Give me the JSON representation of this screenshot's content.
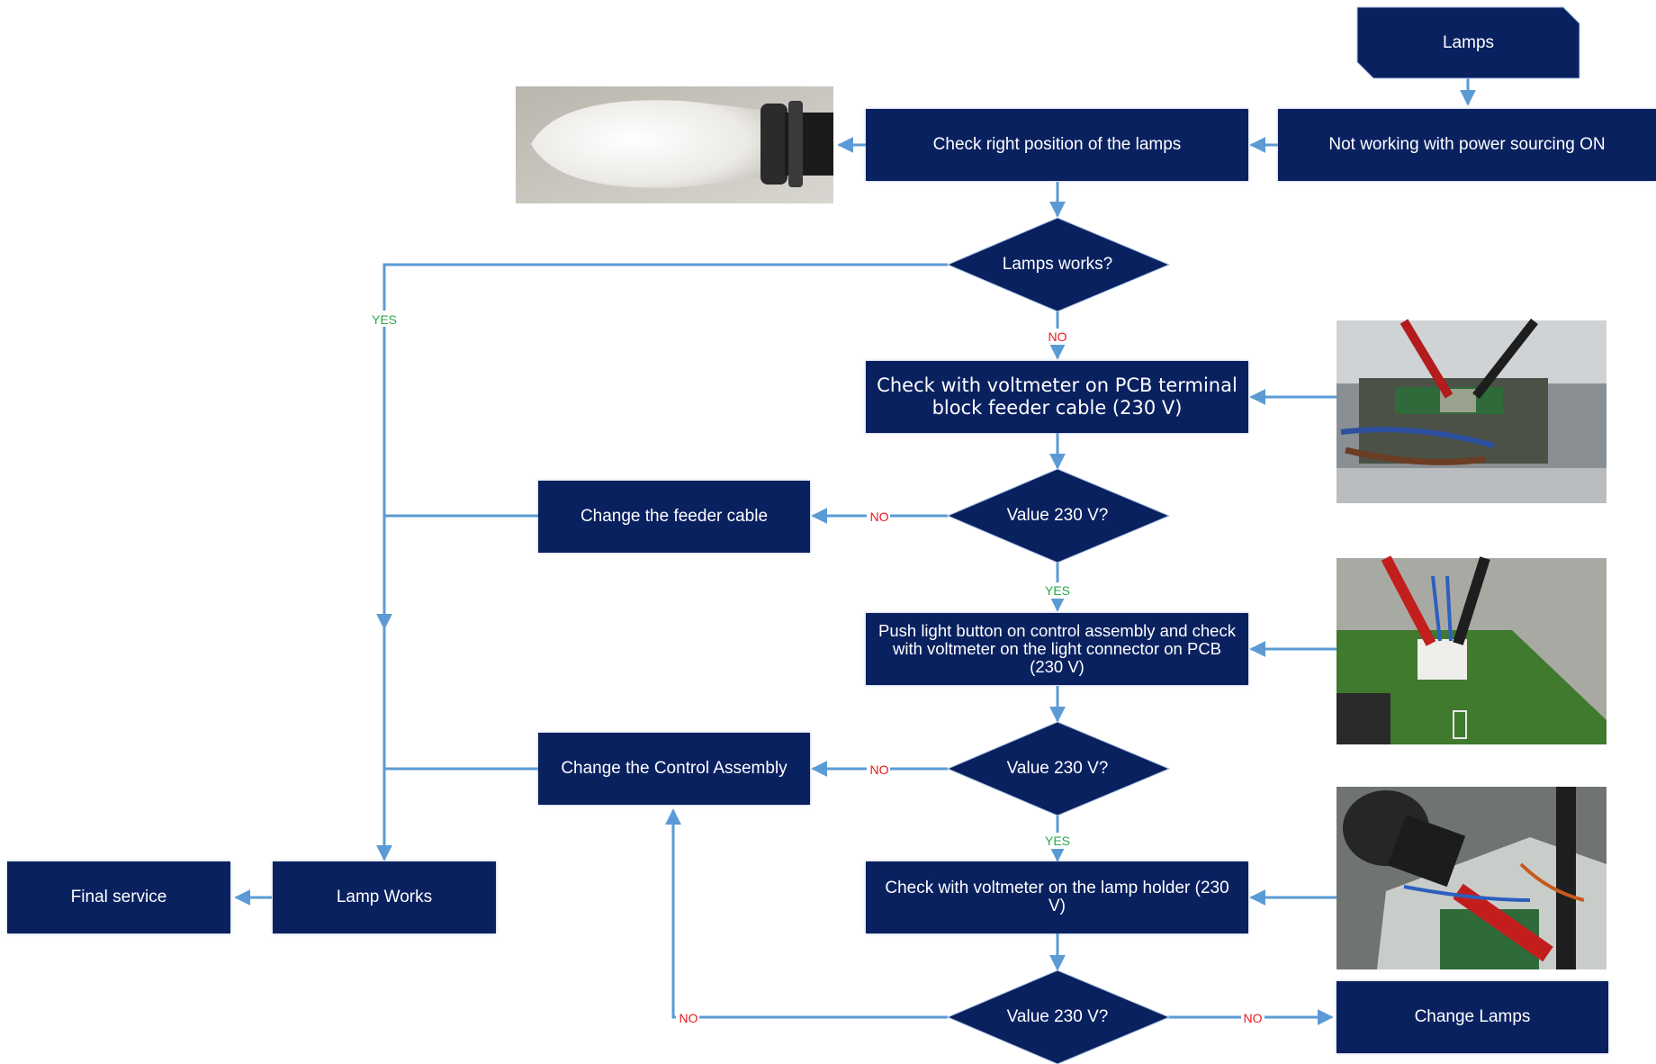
{
  "nodes": {
    "lamps": "Lamps",
    "not_working": "Not working with power sourcing ON",
    "check_position": "Check right position of the lamps",
    "lamps_works": "Lamps works?",
    "check_pcb_terminal": "Check with voltmeter on PCB terminal block feeder cable (230 V)",
    "value_230_1": "Value 230 V?",
    "change_feeder": "Change the feeder cable",
    "push_light": "Push light button on control assembly and check with voltmeter on the light connector on PCB (230 V)",
    "value_230_2": "Value 230 V?",
    "change_control": "Change the Control Assembly",
    "check_lamp_holder": "Check with voltmeter on the lamp holder (230 V)",
    "value_230_3": "Value 230 V?",
    "change_lamps": "Change Lamps",
    "lamp_works": "Lamp Works",
    "final_service": "Final service"
  },
  "edge_labels": {
    "yes": "YES",
    "no": "NO"
  },
  "colors": {
    "node_fill": "#0a2160",
    "connector": "#5b9bd5",
    "yes_label": "#2aa84a",
    "no_label": "#e8191d"
  },
  "photos": [
    {
      "name": "lamp-bulb-photo",
      "subject": "lamp bulb in holder"
    },
    {
      "name": "pcb-terminal-photo",
      "subject": "voltmeter probes on PCB terminal block"
    },
    {
      "name": "light-connector-photo",
      "subject": "voltmeter probes on PCB light connector"
    },
    {
      "name": "lamp-holder-photo",
      "subject": "voltmeter probes on lamp holder"
    }
  ]
}
